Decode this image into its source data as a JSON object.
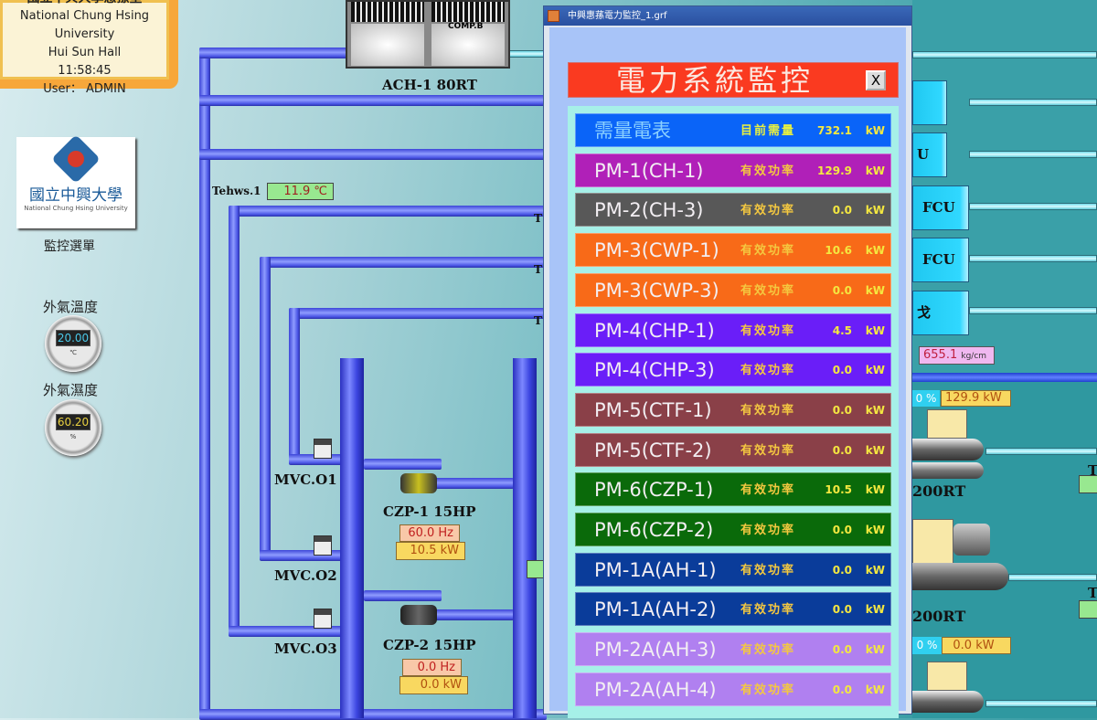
{
  "info_panel": {
    "title_partial": "國立中興大學惠蓀堂",
    "university": "National Chung Hsing University",
    "hall": "Hui Sun Hall",
    "time": "11:58:45",
    "user": "User： ADMIN"
  },
  "logo": {
    "chinese": "國立中興大學",
    "english": "National Chung Hsing University"
  },
  "menu_label": "監控選單",
  "outdoor": {
    "temp_label": "外氣溫度",
    "temp_value": "20.00",
    "temp_unit": "℃",
    "humidity_label": "外氣濕度",
    "humidity_value": "60.20",
    "humidity_unit": "%"
  },
  "plant": {
    "chiller_label": "ACH-1 80RT",
    "comp_label": "COMP.B",
    "tehws_label": "Tehws.1",
    "tehws_value": "11.9 ℃",
    "valves": [
      "MVC.O1",
      "MVC.O2",
      "MVC.O3"
    ],
    "pumps": [
      {
        "label": "CZP-1 15HP",
        "hz": "60.0 Hz",
        "kw": "10.5  kW"
      },
      {
        "label": "CZP-2 15HP",
        "hz": "0.0 Hz",
        "kw": "0.0  kW"
      }
    ],
    "t_label": "T"
  },
  "right": {
    "fcu": [
      "",
      "U",
      "FCU",
      "FCU",
      "戈"
    ],
    "pressure": "655.1",
    "pressure_unit": "kg/cm",
    "chillers": [
      {
        "pct": "0 %",
        "kw": "129.9  kW",
        "label": "200RT"
      },
      {
        "pct": "0 %",
        "kw": "0.0  kW",
        "label": "200RT"
      }
    ]
  },
  "window": {
    "title": "中興惠蓀電力監控_1.grf",
    "header": "電力系統監控",
    "close_label": "X",
    "rows": [
      {
        "name": "需量電表",
        "key": "目前需量",
        "value": "732.1",
        "unit": "kW",
        "color": "#0a64f8"
      },
      {
        "name": "PM-1(CH-1)",
        "key": "有效功率",
        "value": "129.9",
        "unit": "kW",
        "color": "#b020b8"
      },
      {
        "name": "PM-2(CH-3)",
        "key": "有效功率",
        "value": "0.0",
        "unit": "kW",
        "color": "#585858"
      },
      {
        "name": "PM-3(CWP-1)",
        "key": "有效功率",
        "value": "10.6",
        "unit": "kW",
        "color": "#f86a18"
      },
      {
        "name": "PM-3(CWP-3)",
        "key": "有效功率",
        "value": "0.0",
        "unit": "kW",
        "color": "#f86a18"
      },
      {
        "name": "PM-4(CHP-1)",
        "key": "有效功率",
        "value": "4.5",
        "unit": "kW",
        "color": "#6a1ef8"
      },
      {
        "name": "PM-4(CHP-3)",
        "key": "有效功率",
        "value": "0.0",
        "unit": "kW",
        "color": "#6a1ef8"
      },
      {
        "name": "PM-5(CTF-1)",
        "key": "有效功率",
        "value": "0.0",
        "unit": "kW",
        "color": "#8a4048"
      },
      {
        "name": "PM-5(CTF-2)",
        "key": "有效功率",
        "value": "0.0",
        "unit": "kW",
        "color": "#8a4048"
      },
      {
        "name": "PM-6(CZP-1)",
        "key": "有效功率",
        "value": "10.5",
        "unit": "kW",
        "color": "#0a6a0a"
      },
      {
        "name": "PM-6(CZP-2)",
        "key": "有效功率",
        "value": "0.0",
        "unit": "kW",
        "color": "#0a6a0a"
      },
      {
        "name": "PM-1A(AH-1)",
        "key": "有效功率",
        "value": "0.0",
        "unit": "kW",
        "color": "#0a3c9a"
      },
      {
        "name": "PM-1A(AH-2)",
        "key": "有效功率",
        "value": "0.0",
        "unit": "kW",
        "color": "#0a3c9a"
      },
      {
        "name": "PM-2A(AH-3)",
        "key": "有效功率",
        "value": "0.0",
        "unit": "kW",
        "color": "#b080f0"
      },
      {
        "name": "PM-2A(AH-4)",
        "key": "有效功率",
        "value": "0.0",
        "unit": "kW",
        "color": "#b080f0"
      }
    ]
  }
}
